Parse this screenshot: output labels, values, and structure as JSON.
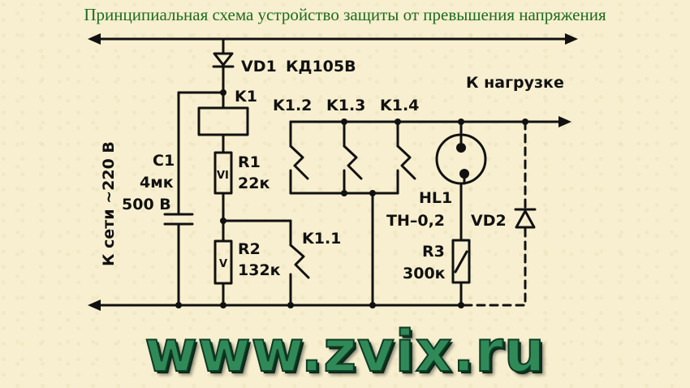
{
  "title": "Принципиальная схема устройство защиты от превышения напряжения",
  "labels": {
    "vd1": "VD1",
    "vd1_type": "КД105В",
    "k1": "K1",
    "c1": "C1",
    "c1_cap": "4мк",
    "c1_volt": "500 В",
    "r1": "R1",
    "r1_value": "22к",
    "r1_rating": "VI",
    "r2": "R2",
    "r2_value": "132к",
    "r2_rating": "V",
    "k1_1": "K1.1",
    "k1_2": "K1.2",
    "k1_3": "K1.3",
    "k1_4": "K1.4",
    "load": "К нагрузке",
    "mains": "К сети ~220 В",
    "hl1": "HL1",
    "hl1_type": "ТН–0,2",
    "vd2": "VD2",
    "r3": "R3",
    "r3_value": "300к"
  },
  "watermark": "www.zvix.ru",
  "colors": {
    "background": "#f7efcf",
    "title": "#1e6b1e",
    "wire": "#111111",
    "watermark_fill": "#2f8a57",
    "watermark_outline": "#0f3a24"
  }
}
